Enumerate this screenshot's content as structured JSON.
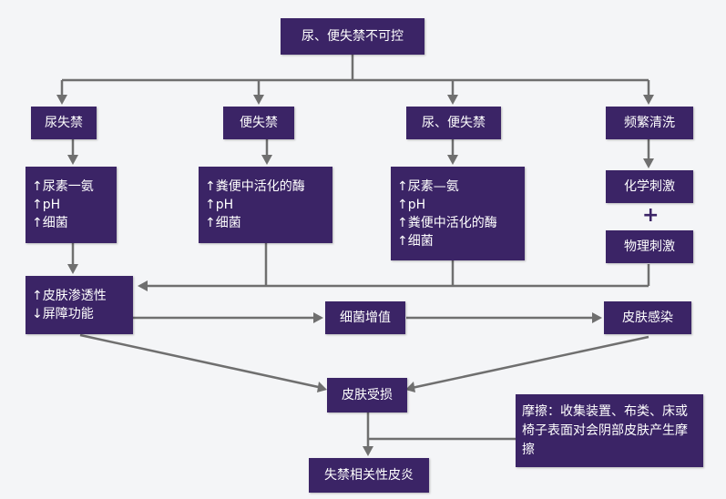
{
  "diagram": {
    "top": "尿、便失禁不可控",
    "causes": [
      "尿失禁",
      "便失禁",
      "尿、便失禁",
      "频繁清洗"
    ],
    "urine_effects": [
      "↑尿素一氨",
      "↑pH",
      "↑细菌"
    ],
    "stool_effects": [
      "↑粪便中活化的酶",
      "↑pH",
      "↑细菌"
    ],
    "both_effects": [
      "↑尿素—氨",
      "↑pH",
      "↑粪便中活化的酶",
      "↑细菌"
    ],
    "chemical": "化学刺激",
    "plus": "+",
    "physical": "物理刺激",
    "skin_change": [
      "↑皮肤渗透性",
      "↓屏障功能"
    ],
    "bacteria_growth": "细菌增值",
    "skin_infection": "皮肤感染",
    "skin_damage": "皮肤受损",
    "friction": "摩擦：收集装置、布类、床或椅子表面对会阴部皮肤产生摩擦",
    "result": "失禁相关性皮炎"
  }
}
